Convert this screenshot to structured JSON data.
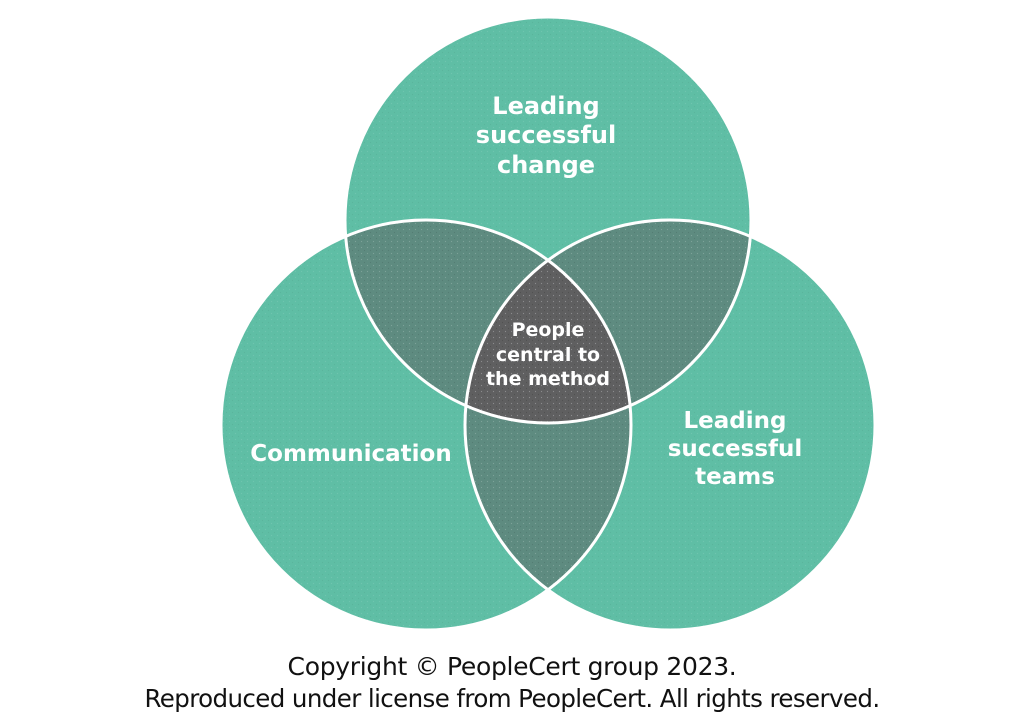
{
  "diagram": {
    "type": "venn-three-circle",
    "colors": {
      "circle_fill": "#5fbea5",
      "pair_overlap_fill": "#5e8b80",
      "center_overlap_fill": "#5f5f60",
      "outline": "#ffffff",
      "label_text": "#ffffff"
    },
    "circles": [
      {
        "id": "top",
        "label_lines": [
          "Leading",
          "successful",
          "change"
        ]
      },
      {
        "id": "left",
        "label_lines": [
          "Communication"
        ]
      },
      {
        "id": "right",
        "label_lines": [
          "Leading",
          "successful",
          "teams"
        ]
      }
    ],
    "center": {
      "label_lines": [
        "People",
        "central to",
        "the method"
      ]
    }
  },
  "footer": {
    "line1": "Copyright © PeopleCert group 2023.",
    "line2": "Reproduced under license from PeopleCert. All rights reserved."
  }
}
